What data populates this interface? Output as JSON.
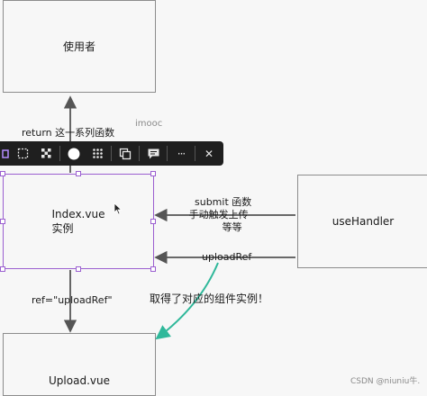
{
  "boxes": {
    "user": "使用者",
    "index_line1": "Index.vue",
    "index_line2": "实例",
    "use_handler": "useHandler",
    "upload": "Upload.vue"
  },
  "labels": {
    "return_text": "return 这一系列函数",
    "submit_line1": "submit 函数",
    "submit_line2": "手动触发上传",
    "submit_line3": "等等",
    "upload_ref": "uploadRef",
    "ref_attr": "ref=\"uploadRef\"",
    "got_instance": "取得了对应的组件实例！"
  },
  "watermarks": {
    "imooc": "imooc",
    "csdn": "CSDN @niuniu牛."
  },
  "toolbar": {
    "more": "···",
    "close": "✕"
  },
  "colors": {
    "selection": "#9b5fd0",
    "annotation_arrow": "#2fb89a",
    "arrow": "#555555",
    "toolbar_bg": "#1f1f1f"
  }
}
